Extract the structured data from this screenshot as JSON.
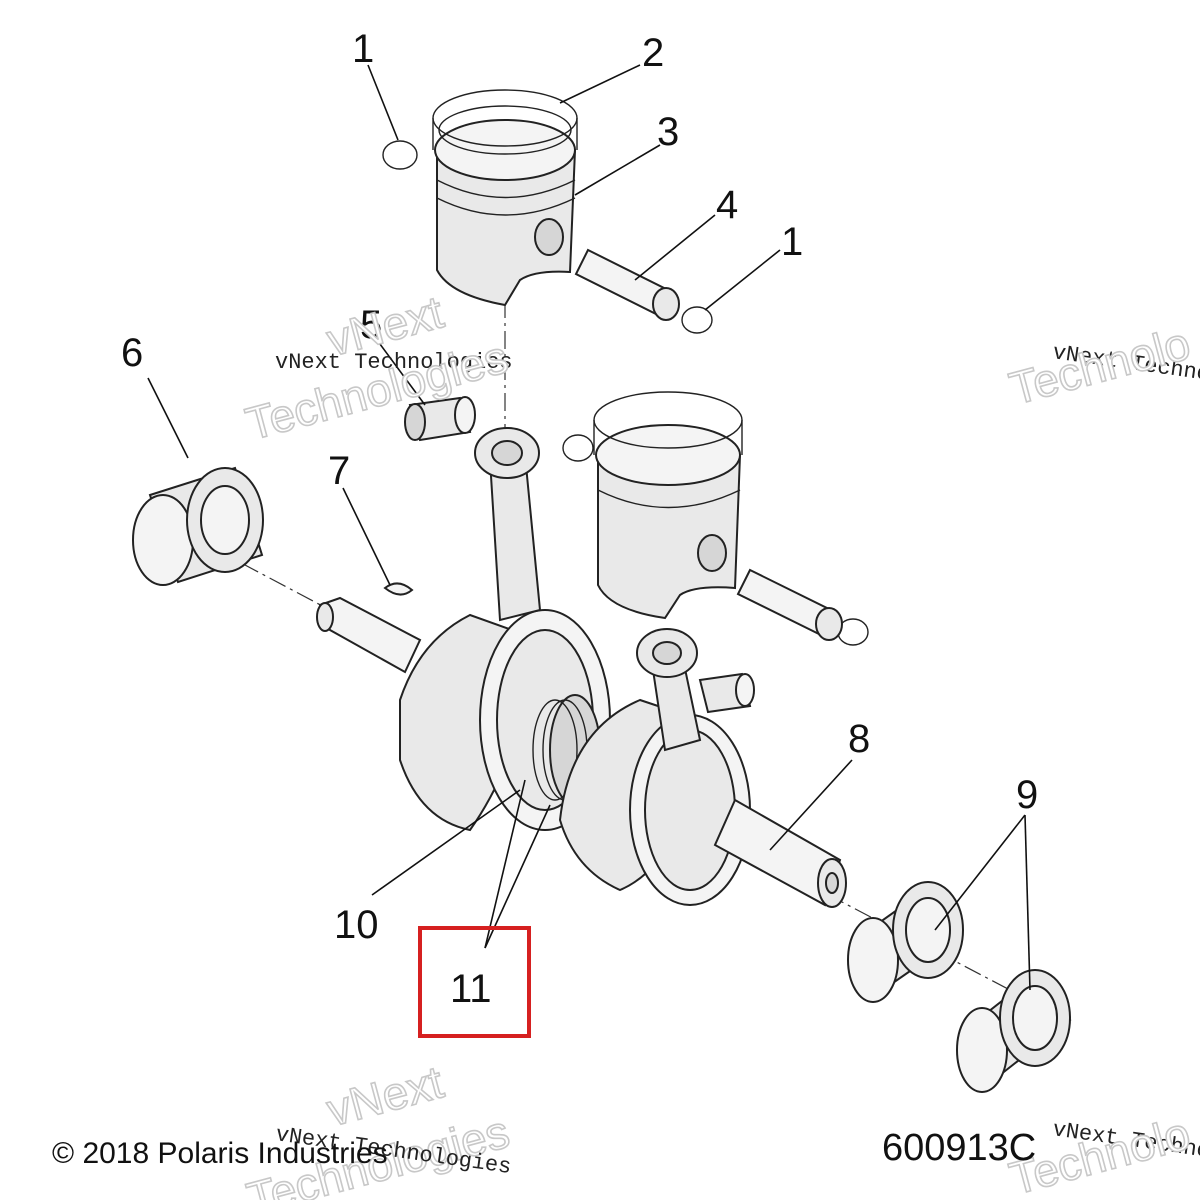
{
  "callouts": [
    "1",
    "2",
    "3",
    "4",
    "1",
    "5",
    "6",
    "7",
    "8",
    "9",
    "10",
    "11"
  ],
  "highlight_color": "#d62020",
  "highlighted_callout": "11",
  "watermark": {
    "line_small": "vNext Technologies",
    "line_big_1": "vNext",
    "line_big_2": "Technologies",
    "line_small_cut": "vNext Techno",
    "line_big_cut": "Technolo"
  },
  "footer": {
    "copyright": "© 2018 Polaris Industries",
    "drawing_number": "600913C"
  }
}
